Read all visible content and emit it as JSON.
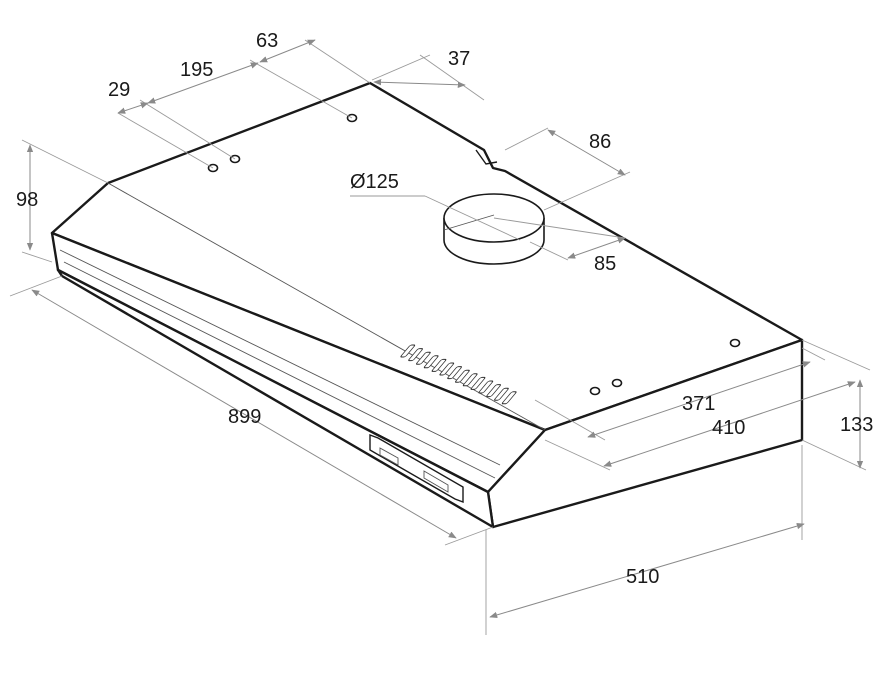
{
  "dimensions": {
    "hole_29": "29",
    "hole_195": "195",
    "hole_63": "63",
    "hole_37": "37",
    "vent_86": "86",
    "vent_diameter": "Ø125",
    "vent_85": "85",
    "depth_98": "98",
    "width_899": "899",
    "depth_371": "371",
    "depth_410": "410",
    "height_133": "133",
    "depth_510": "510"
  },
  "colors": {
    "outline": "#1a1a1a",
    "dimension_lines": "#8a8a8a",
    "background": "#ffffff"
  }
}
